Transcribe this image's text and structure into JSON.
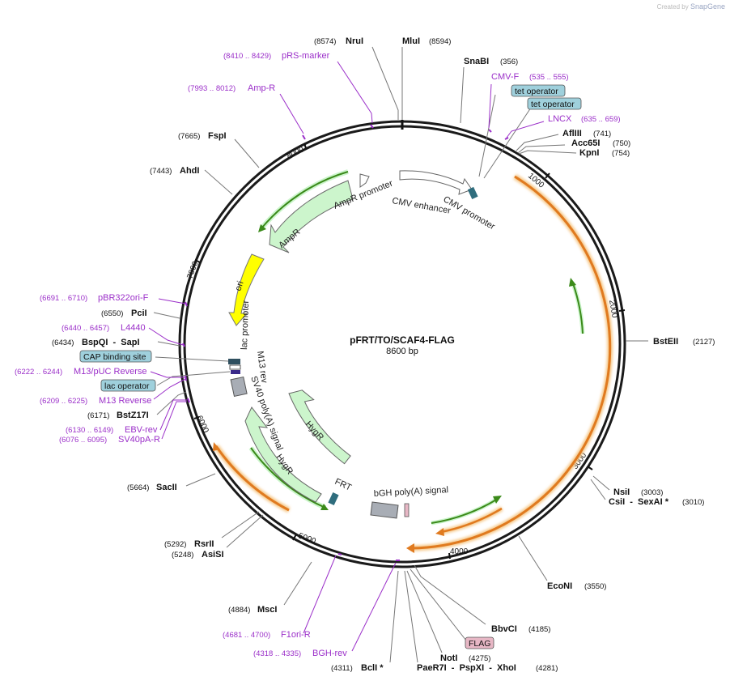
{
  "credit": {
    "prefix": "Created by",
    "brand": "SnapGene"
  },
  "plasmid": {
    "name": "pFRT/TO/SCAF4-FLAG",
    "size": "8600 bp"
  },
  "ticks": [
    "1000",
    "2000",
    "3000",
    "4000",
    "5000",
    "6000",
    "7000",
    "8000"
  ],
  "enzymes": [
    {
      "name": "NruI",
      "pos": "(8574)"
    },
    {
      "name": "MluI",
      "pos": "(8594)"
    },
    {
      "name": "SnaBI",
      "pos": "(356)"
    },
    {
      "name": "AflIII",
      "pos": "(741)"
    },
    {
      "name": "Acc65I",
      "pos": "(750)"
    },
    {
      "name": "KpnI",
      "pos": "(754)"
    },
    {
      "name": "BstEII",
      "pos": "(2127)"
    },
    {
      "name": "NsiI",
      "pos": "(3003)"
    },
    {
      "name": "CsiI  -  SexAI *",
      "pos": "(3010)"
    },
    {
      "name": "EcoNI",
      "pos": "(3550)"
    },
    {
      "name": "BbvCI",
      "pos": "(4185)"
    },
    {
      "name": "NotI",
      "pos": "(4275)"
    },
    {
      "name": "PaeR7I  -  PspXI  -  XhoI",
      "pos": "(4281)"
    },
    {
      "name": "BclI *",
      "pos": "(4311)"
    },
    {
      "name": "MscI",
      "pos": "(4884)"
    },
    {
      "name": "AsiSI",
      "pos": "(5248)"
    },
    {
      "name": "RsrII",
      "pos": "(5292)"
    },
    {
      "name": "SacII",
      "pos": "(5664)"
    },
    {
      "name": "BstZ17I",
      "pos": "(6171)"
    },
    {
      "name": "BspQI  -  SapI",
      "pos": "(6434)"
    },
    {
      "name": "PciI",
      "pos": "(6550)"
    },
    {
      "name": "AhdI",
      "pos": "(7443)"
    },
    {
      "name": "FspI",
      "pos": "(7665)"
    }
  ],
  "primers": [
    {
      "name": "pRS-marker",
      "pos": "(8410 .. 8429)"
    },
    {
      "name": "Amp-R",
      "pos": "(7993 .. 8012)"
    },
    {
      "name": "CMV-F",
      "pos": "(535 .. 555)"
    },
    {
      "name": "LNCX",
      "pos": "(635 .. 659)"
    },
    {
      "name": "pBR322ori-F",
      "pos": "(6691 .. 6710)"
    },
    {
      "name": "L4440",
      "pos": "(6440 .. 6457)"
    },
    {
      "name": "M13/pUC Reverse",
      "pos": "(6222 .. 6244)"
    },
    {
      "name": "M13 Reverse",
      "pos": "(6209 .. 6225)"
    },
    {
      "name": "EBV-rev",
      "pos": "(6130 .. 6149)"
    },
    {
      "name": "SV40pA-R",
      "pos": "(6076 .. 6095)"
    },
    {
      "name": "F1ori-R",
      "pos": "(4681 .. 4700)"
    },
    {
      "name": "BGH-rev",
      "pos": "(4318 .. 4335)"
    }
  ],
  "boxed": {
    "tet1": "tet operator",
    "tet2": "tet operator",
    "cap": "CAP binding site",
    "lacop": "lac operator",
    "flag": "FLAG"
  },
  "features": {
    "amprPromoter": "AmpR promoter",
    "cmvEnhancer": "CMV enhancer",
    "cmvPromoter": "CMV promoter",
    "ampr": "AmpR",
    "ori": "ori",
    "lacPromoter": "lac promoter",
    "m13rev": "M13 rev",
    "sv40": "SV40 poly(A) signal",
    "hygrInner": "HygR",
    "hygrOuter": "HygR",
    "frt": "FRT",
    "bgh": "bGH poly(A) signal"
  },
  "colors": {
    "backbone": "#1a1a1a",
    "primer": "#9b2fc9",
    "orf": "#e07a1f",
    "orfGlow": "#f6c98a",
    "resistance": "#ccf5cc",
    "resistanceStroke": "#5a9a3a",
    "ori": "#ffff00",
    "operatorBox": "#9fd0dc",
    "flagBox": "#e7b7c5"
  }
}
